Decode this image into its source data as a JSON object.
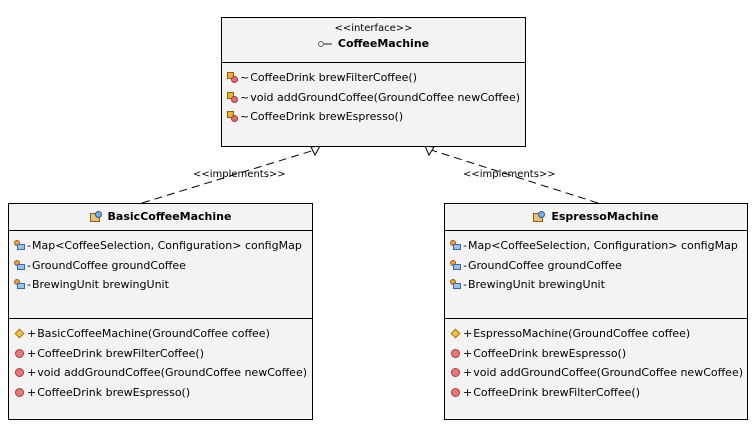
{
  "interface": {
    "stereotype": "<<interface>>",
    "name": "CoffeeMachine",
    "methods": [
      {
        "vis": "~",
        "sig": "CoffeeDrink brewFilterCoffee()"
      },
      {
        "vis": "~",
        "sig": "void addGroundCoffee(GroundCoffee newCoffee)"
      },
      {
        "vis": "~",
        "sig": "CoffeeDrink brewEspresso()"
      }
    ]
  },
  "basic": {
    "name": "BasicCoffeeMachine",
    "fields": [
      {
        "vis": "-",
        "sig": "Map<CoffeeSelection, Configuration> configMap"
      },
      {
        "vis": "-",
        "sig": "GroundCoffee groundCoffee"
      },
      {
        "vis": "-",
        "sig": "BrewingUnit brewingUnit"
      }
    ],
    "constructor": {
      "vis": "+",
      "sig": "BasicCoffeeMachine(GroundCoffee coffee)"
    },
    "methods": [
      {
        "vis": "+",
        "sig": "CoffeeDrink brewFilterCoffee()"
      },
      {
        "vis": "+",
        "sig": "void addGroundCoffee(GroundCoffee newCoffee)"
      },
      {
        "vis": "+",
        "sig": "CoffeeDrink brewEspresso()"
      }
    ]
  },
  "espresso": {
    "name": "EspressoMachine",
    "fields": [
      {
        "vis": "-",
        "sig": "Map<CoffeeSelection, Configuration> configMap"
      },
      {
        "vis": "-",
        "sig": "GroundCoffee groundCoffee"
      },
      {
        "vis": "-",
        "sig": "BrewingUnit brewingUnit"
      }
    ],
    "constructor": {
      "vis": "+",
      "sig": "EspressoMachine(GroundCoffee coffee)"
    },
    "methods": [
      {
        "vis": "+",
        "sig": "CoffeeDrink brewEspresso()"
      },
      {
        "vis": "+",
        "sig": "void addGroundCoffee(GroundCoffee newCoffee)"
      },
      {
        "vis": "+",
        "sig": "CoffeeDrink brewFilterCoffee()"
      }
    ]
  },
  "relations": {
    "left_label": "<<implements>>",
    "right_label": "<<implements>>"
  },
  "colors": {
    "box_fill": "#f3f3f3",
    "border": "#000000"
  }
}
